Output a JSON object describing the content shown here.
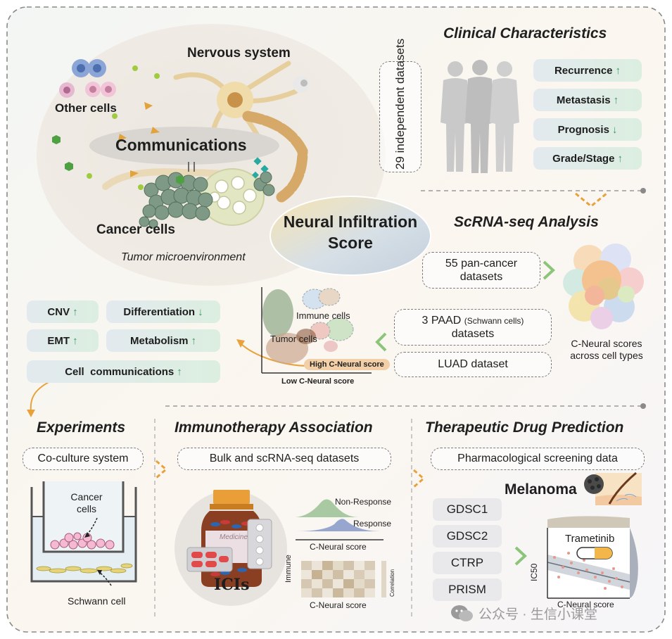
{
  "tmc": {
    "nervous": "Nervous system",
    "other": "Other cells",
    "communications": "Communications",
    "cancer": "Cancer cells",
    "tme": "Tumor microenvironment"
  },
  "center": {
    "line1": "Neural Infiltration",
    "line2": "Score"
  },
  "clinical": {
    "title": "Clinical Characteristics",
    "datasets": "29 independent datasets",
    "items": [
      {
        "label": "Recurrence",
        "arrow": "↑"
      },
      {
        "label": "Metastasis",
        "arrow": "↑"
      },
      {
        "label": "Prognosis",
        "arrow": "↓"
      },
      {
        "label": "Grade/Stage",
        "arrow": "↑"
      }
    ]
  },
  "scrna": {
    "title": "ScRNA-seq Analysis",
    "pan_cancer": "55 pan-cancer datasets",
    "paad_main": "3 PAAD",
    "paad_sub": "(Schwann cells)",
    "paad_tail": "datasets",
    "luad": "LUAD dataset",
    "cell_scores": "C-Neural scores across cell types"
  },
  "umap": {
    "immune": "Immune cells",
    "tumor": "Tumor cells",
    "high": "High C-Neural score",
    "low": "Low C-Neural score"
  },
  "features": [
    {
      "label": "CNV",
      "arrow": "↑"
    },
    {
      "label": "Differentiation",
      "arrow": "↓"
    },
    {
      "label": "EMT",
      "arrow": "↑"
    },
    {
      "label": "Metabolism",
      "arrow": "↑"
    },
    {
      "label": "Cell  communications",
      "arrow": "↑"
    }
  ],
  "experiments": {
    "title": "Experiments",
    "box": "Co-culture system",
    "cancer": "Cancer cells",
    "schwann": "Schwann cell"
  },
  "immuno": {
    "title": "Immunotherapy Association",
    "box": "Bulk and scRNA-seq datasets",
    "nonresponse": "Non-Response",
    "response": "Response",
    "cneural1": "C-Neural score",
    "immune": "Immune",
    "correlation": "Correlation",
    "cneural2": "C-Neural score",
    "icis": "ICIs",
    "medicine": "Medicine"
  },
  "drug": {
    "title": "Therapeutic Drug Prediction",
    "box": "Pharmacological screening data",
    "melanoma": "Melanoma",
    "dbs": [
      "GDSC1",
      "GDSC2",
      "CTRP",
      "PRISM"
    ],
    "trametinib": "Trametinib",
    "ic50": "IC50",
    "cneural": "C-Neural score",
    "watermark": "公众号 · 生信小课堂"
  },
  "colors": {
    "accent_orange": "#e9a23b",
    "green_arrow": "#3e9a62",
    "chevron_green": "#8cc47a"
  }
}
